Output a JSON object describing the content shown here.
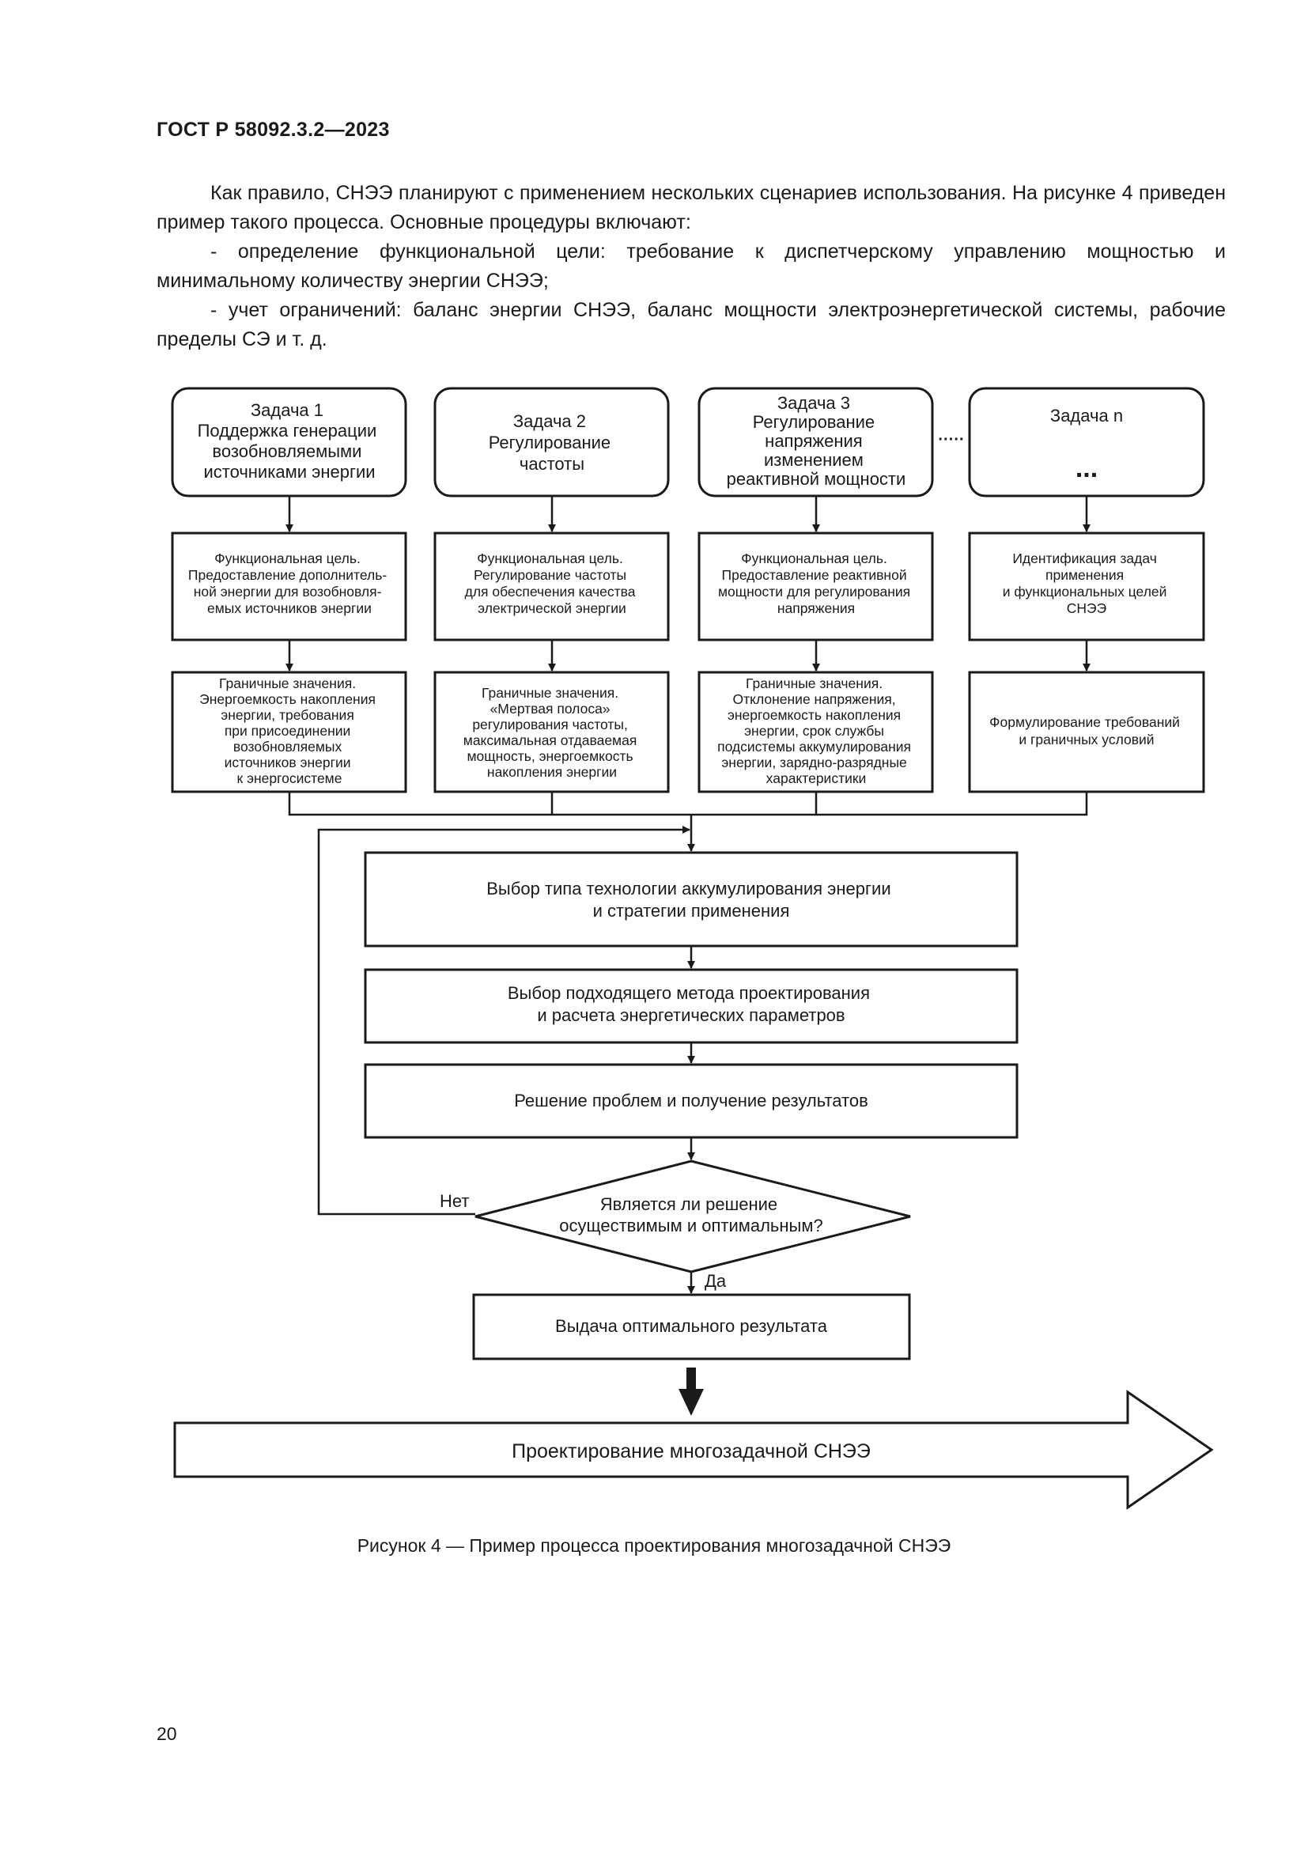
{
  "document": {
    "header": "ГОСТ Р 58092.3.2—2023",
    "page_number": "20",
    "intro": [
      "Как правило, СНЭЭ планируют с применением нескольких сценариев использования. На рисунке 4 приведен пример такого процесса. Основные процедуры включают:",
      "- определение функциональной цели: требование к диспетчерскому управлению мощностью и минимальному количеству энергии СНЭЭ;",
      "- учет ограничений: баланс энергии СНЭЭ, баланс мощности электроэнергетической системы, рабочие пределы СЭ и т. д."
    ],
    "caption": "Рисунок 4 — Пример процесса проектирования многозадачной СНЭЭ"
  },
  "diagram": {
    "tasks": [
      {
        "lines": [
          "Задача 1",
          "Поддержка генерации",
          "возобновляемыми",
          "источниками энергии"
        ]
      },
      {
        "lines": [
          "Задача 2",
          "Регулирование",
          "частоты"
        ]
      },
      {
        "lines": [
          "Задача 3",
          "Регулирование",
          "напряжения",
          "изменением",
          "реактивной мощности"
        ]
      },
      {
        "lines": [
          "Задача n"
        ],
        "ellipsis": "..."
      }
    ],
    "dots_between": "·····",
    "goals": [
      {
        "lines": [
          "Функциональная цель.",
          "Предоставление дополнитель-",
          "ной энергии для возобновля-",
          "емых источников энергии"
        ]
      },
      {
        "lines": [
          "Функциональная цель.",
          "Регулирование частоты",
          "для обеспечения качества",
          "электрической энергии"
        ]
      },
      {
        "lines": [
          "Функциональная цель.",
          "Предоставление реактивной",
          "мощности для регулирования",
          "напряжения"
        ]
      },
      {
        "lines": [
          "Идентификация задач",
          "применения",
          "и функциональных целей",
          "СНЭЭ"
        ]
      }
    ],
    "limits": [
      {
        "lines": [
          "Граничные значения.",
          "Энергоемкость накопления",
          "энергии, требования",
          "при присоединении",
          "возобновляемых",
          "источников энергии",
          "к энергосистеме"
        ]
      },
      {
        "lines": [
          "Граничные значения.",
          "«Мертвая полоса»",
          "регулирования частоты,",
          "максимальная отдаваемая",
          "мощность, энергоемкость",
          "накопления энергии"
        ]
      },
      {
        "lines": [
          "Граничные значения.",
          "Отклонение напряжения,",
          "энергоемкость накопления",
          "энергии, срок службы",
          "подсистемы аккумулирования",
          "энергии, зарядно-разрядные",
          "характеристики"
        ]
      },
      {
        "lines": [
          "Формулирование требований",
          "и граничных условий"
        ]
      }
    ],
    "steps": [
      {
        "lines": [
          "Выбор типа технологии аккумулирования энергии",
          "и стратегии применения"
        ]
      },
      {
        "lines": [
          "Выбор подходящего метода проектирования",
          "и расчета энергетических параметров"
        ]
      },
      {
        "lines": [
          "Решение проблем и получение результатов"
        ]
      }
    ],
    "decision": {
      "lines": [
        "Является ли решение",
        "осуществимым и оптимальным?"
      ],
      "no_label": "Нет",
      "yes_label": "Да"
    },
    "result": {
      "lines": [
        "Выдача оптимального результата"
      ]
    },
    "final_arrow": {
      "label": "Проектирование многозадачной СНЭЭ"
    }
  }
}
